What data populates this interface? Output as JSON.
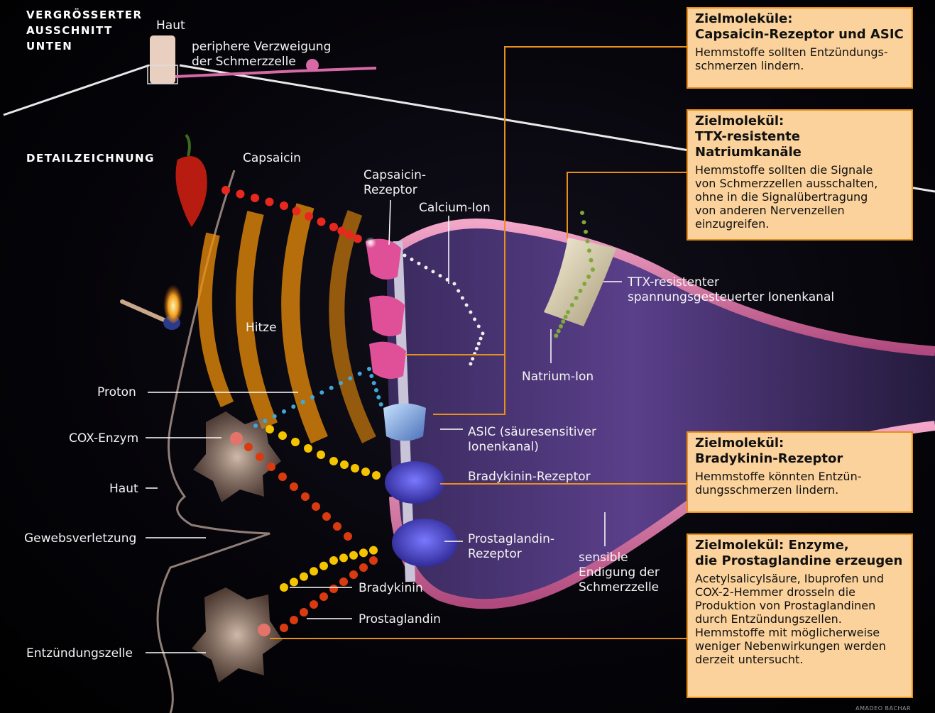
{
  "header": {
    "zoom_caption": "VERGRÖSSERTER\nAUSSCHNITT\nUNTEN",
    "skin_label": "Haut",
    "branch_label": "periphere Verzweigung\nder Schmerzzelle",
    "detail_caption": "DETAILZEICHNUNG"
  },
  "labels": {
    "capsaicin": "Capsaicin",
    "capsaicin_receptor": "Capsaicin-\nRezeptor",
    "calcium_ion": "Calcium-Ion",
    "heat": "Hitze",
    "proton": "Proton",
    "cox_enzyme": "COX-Enzym",
    "skin": "Haut",
    "tissue_injury": "Gewebsverletzung",
    "inflammation_cell": "Entzündungszelle",
    "bradykinin": "Bradykinin",
    "prostaglandin": "Prostaglandin",
    "asic": "ASIC (säuresensitiver\n Ionenkanal)",
    "bradykinin_receptor": "Bradykinin-Rezeptor",
    "prostaglandin_receptor": "Prostaglandin-\nRezeptor",
    "ttx_channel": "TTX-resistenter\nspannungsgesteuerter Ionenkanal",
    "sodium_ion": "Natrium-Ion",
    "nerve_ending": "sensible\nEndigung der\nSchmerzzelle"
  },
  "boxes": [
    {
      "title": "Zielmoleküle:\nCapsaicin-Rezeptor und ASIC",
      "body": "Hemmstoffe sollten Entzündungs-\nschmerzen lindern."
    },
    {
      "title": "Zielmolekül:\nTTX-resistente Natriumkanäle",
      "body": "Hemmstoffe sollten die Signale\nvon Schmerzzellen ausschalten,\nohne in die Signalübertragung\nvon anderen Nervenzellen\neinzugreifen."
    },
    {
      "title": "Zielmolekül:\nBradykinin-Rezeptor",
      "body": "Hemmstoffe könnten Entzün-\ndungsschmerzen lindern."
    },
    {
      "title": "Zielmolekül: Enzyme,\ndie Prostaglandine erzeugen",
      "body": "Acetylsalicylsäure, Ibuprofen und\nCOX-2-Hemmer drosseln die\nProduktion von Prostaglandinen\ndurch Entzündungszellen.\nHemmstoffe mit möglicherweise\nweniger Nebenwirkungen werden\nderzeit untersucht."
    }
  ],
  "credit": "AMADEO BACHAR",
  "colors": {
    "box_fill": "#fbd29b",
    "box_border": "#e8901a",
    "leader_line": "#e8901a",
    "nerve_membrane": "#d77aa6",
    "capsaicin_dot": "#e8281e",
    "bradykinin_dot": "#f5c400",
    "prostaglandin_dot": "#d93a10",
    "proton_dot": "#3fa8d8",
    "calcium_dot": "#eeeeee",
    "sodium_dot": "#7fa83a"
  }
}
